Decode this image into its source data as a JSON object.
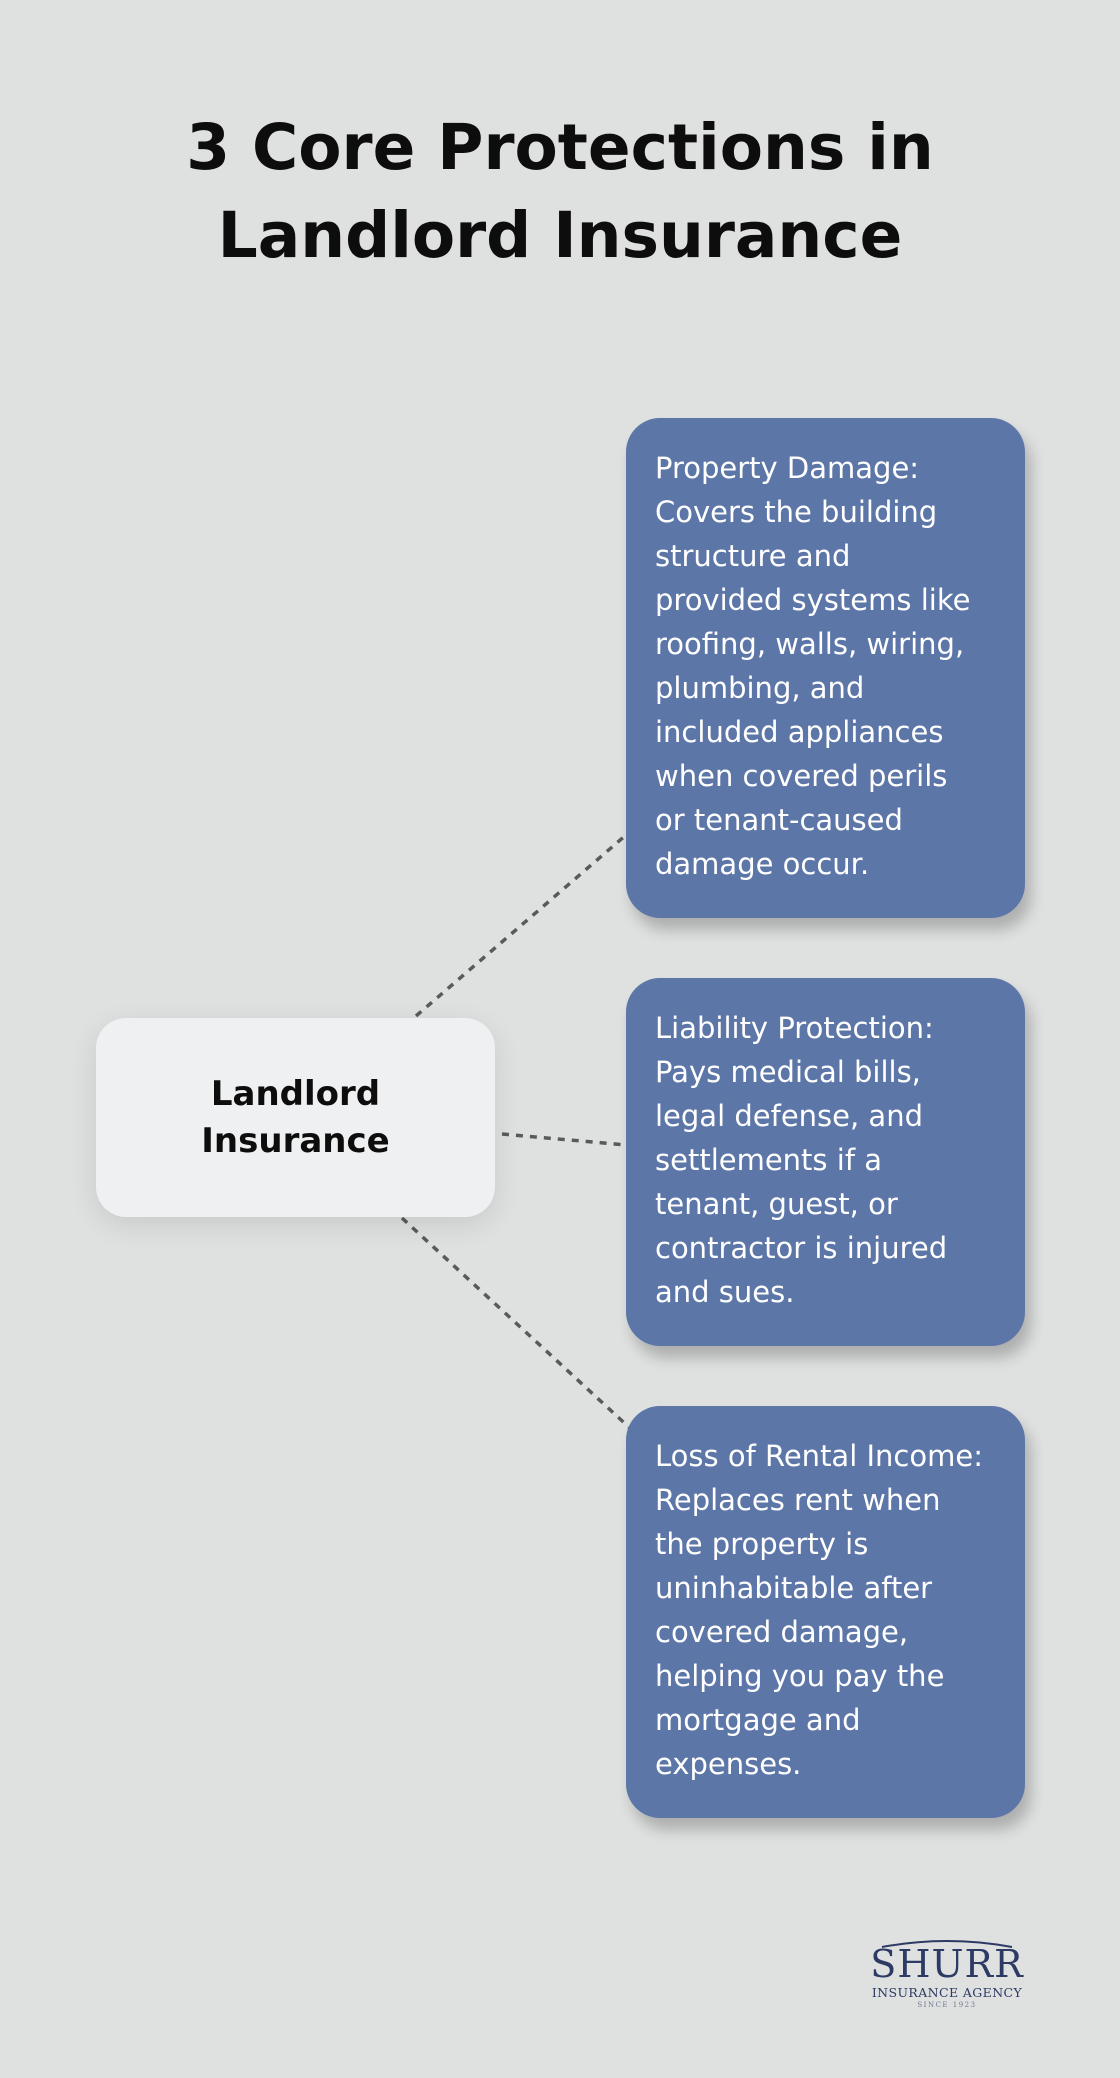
{
  "title": "3 Core Protections in Landlord Insurance",
  "center": {
    "label": "Landlord Insurance"
  },
  "protections": [
    {
      "text": "Property Damage:\nCovers the building\nstructure and\nprovided systems like\nroofing, walls, wiring,\nplumbing, and\nincluded appliances\nwhen covered perils\nor tenant-caused\ndamage occur."
    },
    {
      "text": "Liability Protection:\nPays medical bills,\nlegal defense, and\nsettlements if a\ntenant, guest, or\ncontractor is injured\nand sues."
    },
    {
      "text": "Loss of Rental Income:\nReplaces rent when\nthe property is\nuninhabitable after\ncovered damage,\nhelping you pay the\nmortgage and\nexpenses."
    }
  ],
  "logo": {
    "name": "SHURR",
    "subtitle": "INSURANCE AGENCY",
    "since": "SINCE 1923"
  },
  "colors": {
    "background": "#dfe0e0",
    "card": "#5d76a8",
    "center_box": "#eff0f2",
    "connector": "#5a5a5a",
    "logo": "#2c3a64"
  }
}
